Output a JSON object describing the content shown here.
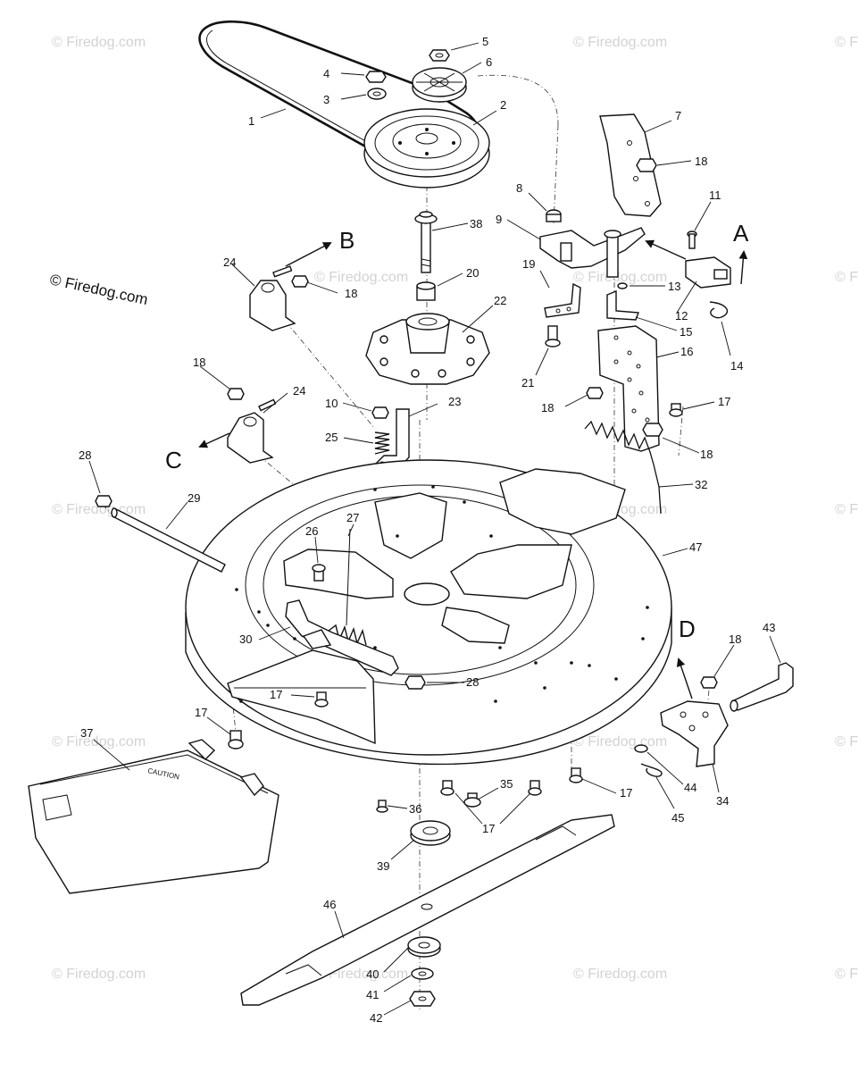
{
  "watermark": {
    "text": "© Firedog.com"
  },
  "copyright": "© Firedog.com",
  "direction_letters": [
    "A",
    "B",
    "C",
    "D"
  ],
  "callouts": [
    "1",
    "2",
    "3",
    "4",
    "5",
    "6",
    "7",
    "8",
    "9",
    "10",
    "11",
    "12",
    "13",
    "14",
    "15",
    "16",
    "17",
    "18",
    "19",
    "20",
    "21",
    "22",
    "23",
    "24",
    "25",
    "26",
    "27",
    "28",
    "29",
    "30",
    "32",
    "34",
    "35",
    "36",
    "37",
    "38",
    "39",
    "40",
    "41",
    "42",
    "43",
    "44",
    "45",
    "46",
    "47"
  ],
  "colors": {
    "line": "#111111",
    "watermark": "#d2d2d2",
    "background": "#ffffff"
  }
}
